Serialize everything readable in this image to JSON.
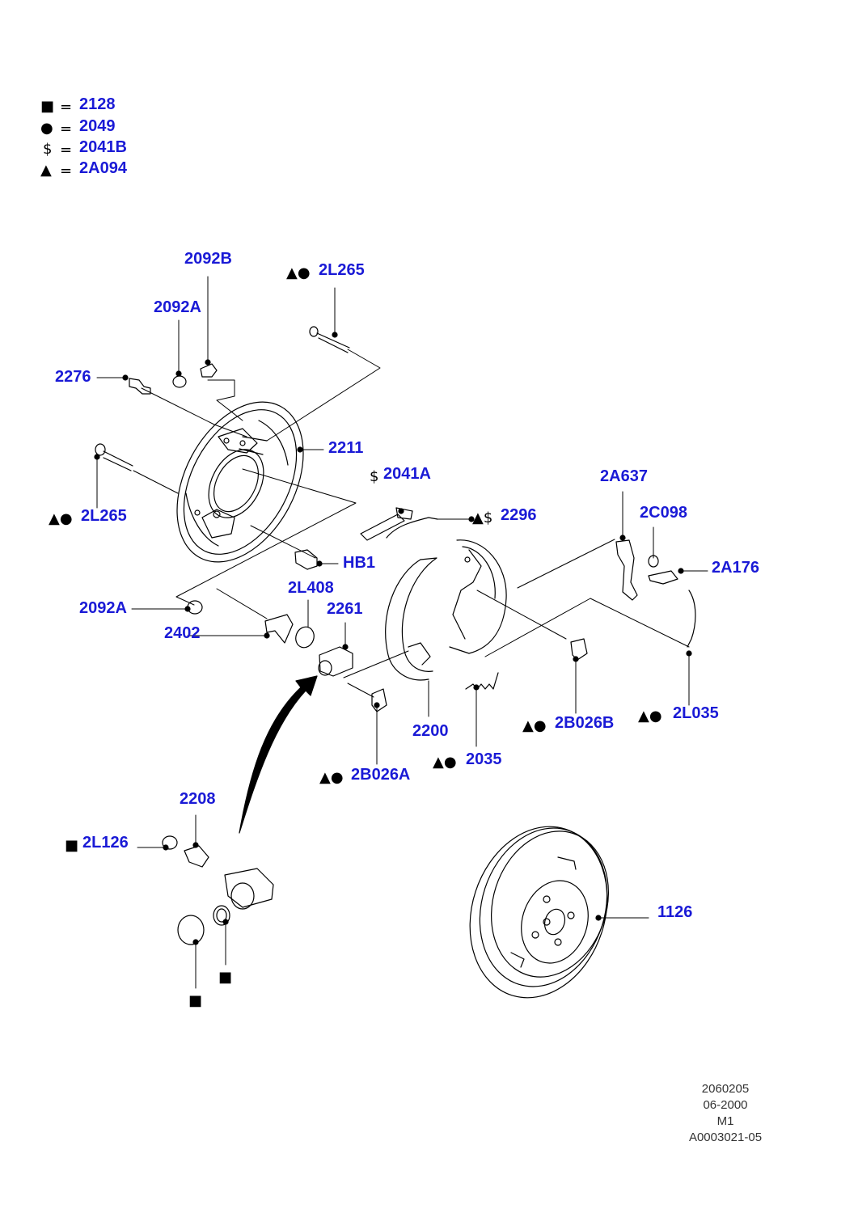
{
  "legend": [
    {
      "symbol": "■",
      "eq": "=",
      "code": "2128"
    },
    {
      "symbol": "●",
      "eq": "=",
      "code": "2049"
    },
    {
      "symbol": "$",
      "eq": "=",
      "code": "2041B"
    },
    {
      "symbol": "▲",
      "eq": "=",
      "code": "2A094"
    }
  ],
  "parts": {
    "p2092B": "2092B",
    "p2L265_top": "2L265",
    "p2092A_top": "2092A",
    "p2276": "2276",
    "p2211": "2211",
    "p2041A": "2041A",
    "p2A637": "2A637",
    "p2L265_left": "2L265",
    "p2296": "2296",
    "p2C098": "2C098",
    "pHB1": "HB1",
    "p2A176": "2A176",
    "p2L408": "2L408",
    "p2092A_mid": "2092A",
    "p2261": "2261",
    "p2402": "2402",
    "p2B026B": "2B026B",
    "p2L035": "2L035",
    "p2200": "2200",
    "p2035": "2035",
    "p2B026A": "2B026A",
    "p2208": "2208",
    "p2L126": "2L126",
    "p1126": "1126"
  },
  "symbols": {
    "tri_circle": "▲●",
    "dollar": "$",
    "tri_dollar": "▲$",
    "square": "■"
  },
  "footer": [
    "2060205",
    "06-2000",
    "M1",
    "A0003021-05"
  ]
}
